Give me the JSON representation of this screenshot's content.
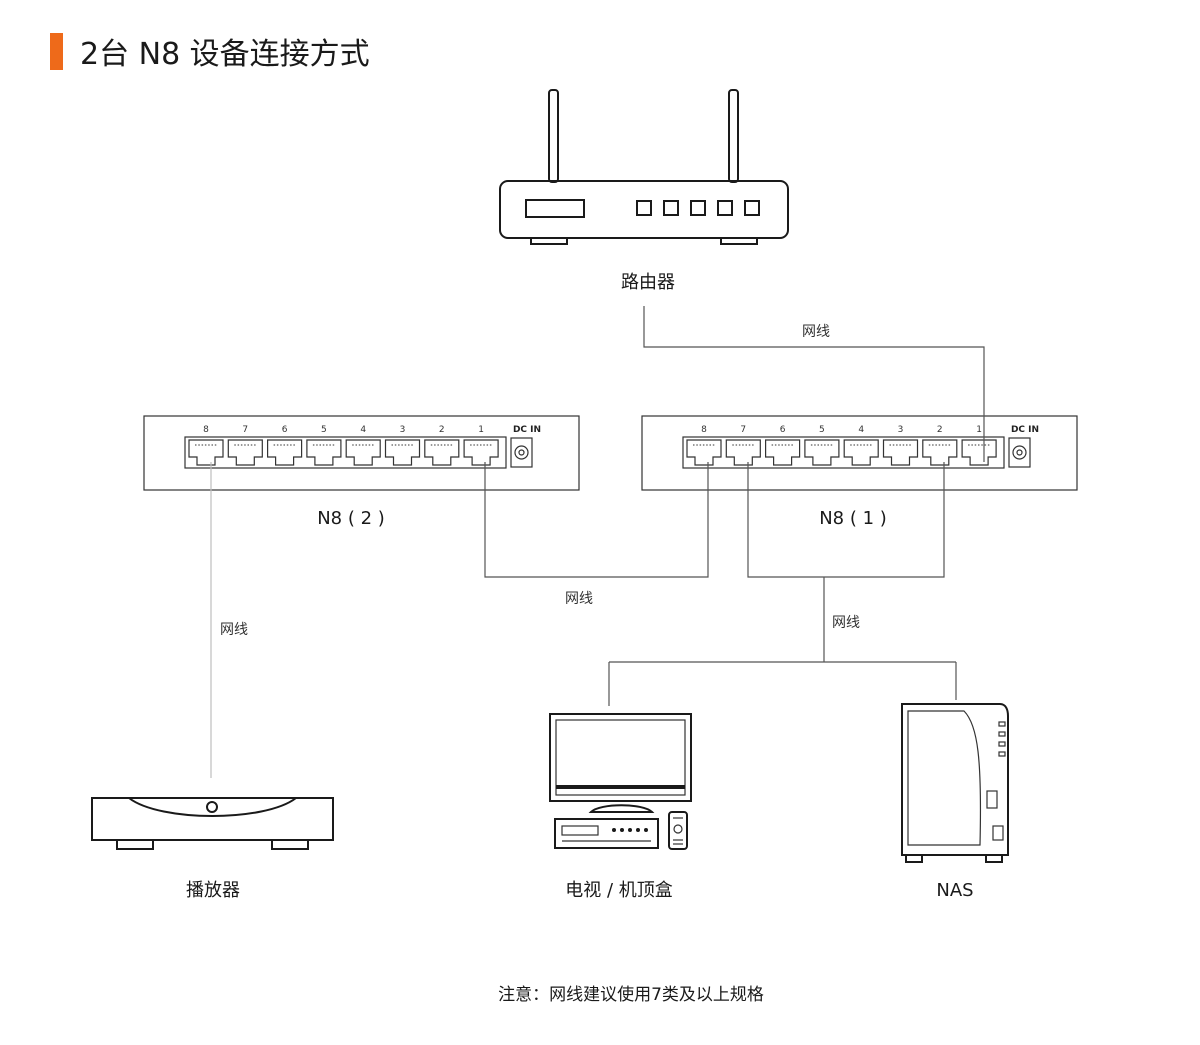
{
  "title": "2台 N8 设备连接方式",
  "colors": {
    "accent": "#ee6a1a",
    "line": "#1a1a1a",
    "wire": "#555555",
    "wire_light": "#bdbdbd"
  },
  "devices": {
    "router": "路由器",
    "switch_2": "N8 ( 2 )",
    "switch_1": "N8 ( 1 )",
    "player": "播放器",
    "tv": "电视 / 机顶盒",
    "nas": "NAS"
  },
  "switch_panel": {
    "ports": [
      "8",
      "7",
      "6",
      "5",
      "4",
      "3",
      "2",
      "1"
    ],
    "dc_in": "DC IN"
  },
  "wires": {
    "router_to_n8_1": "网线",
    "n8_1_to_n8_2": "网线",
    "n8_2_to_player": "网线",
    "n8_1_to_tv_nas": "网线"
  },
  "connections": [
    {
      "from": "路由器",
      "to": "N8 ( 1 ) port 1"
    },
    {
      "from": "N8 ( 2 ) port 1",
      "to": "N8 ( 1 ) port 8"
    },
    {
      "from": "N8 ( 2 ) port 8",
      "to": "播放器"
    },
    {
      "from": "N8 ( 1 ) port 7",
      "to": "电视 / 机顶盒"
    },
    {
      "from": "N8 ( 1 ) port 2",
      "to": "NAS"
    }
  ],
  "note": "注意：网线建议使用7类及以上规格"
}
